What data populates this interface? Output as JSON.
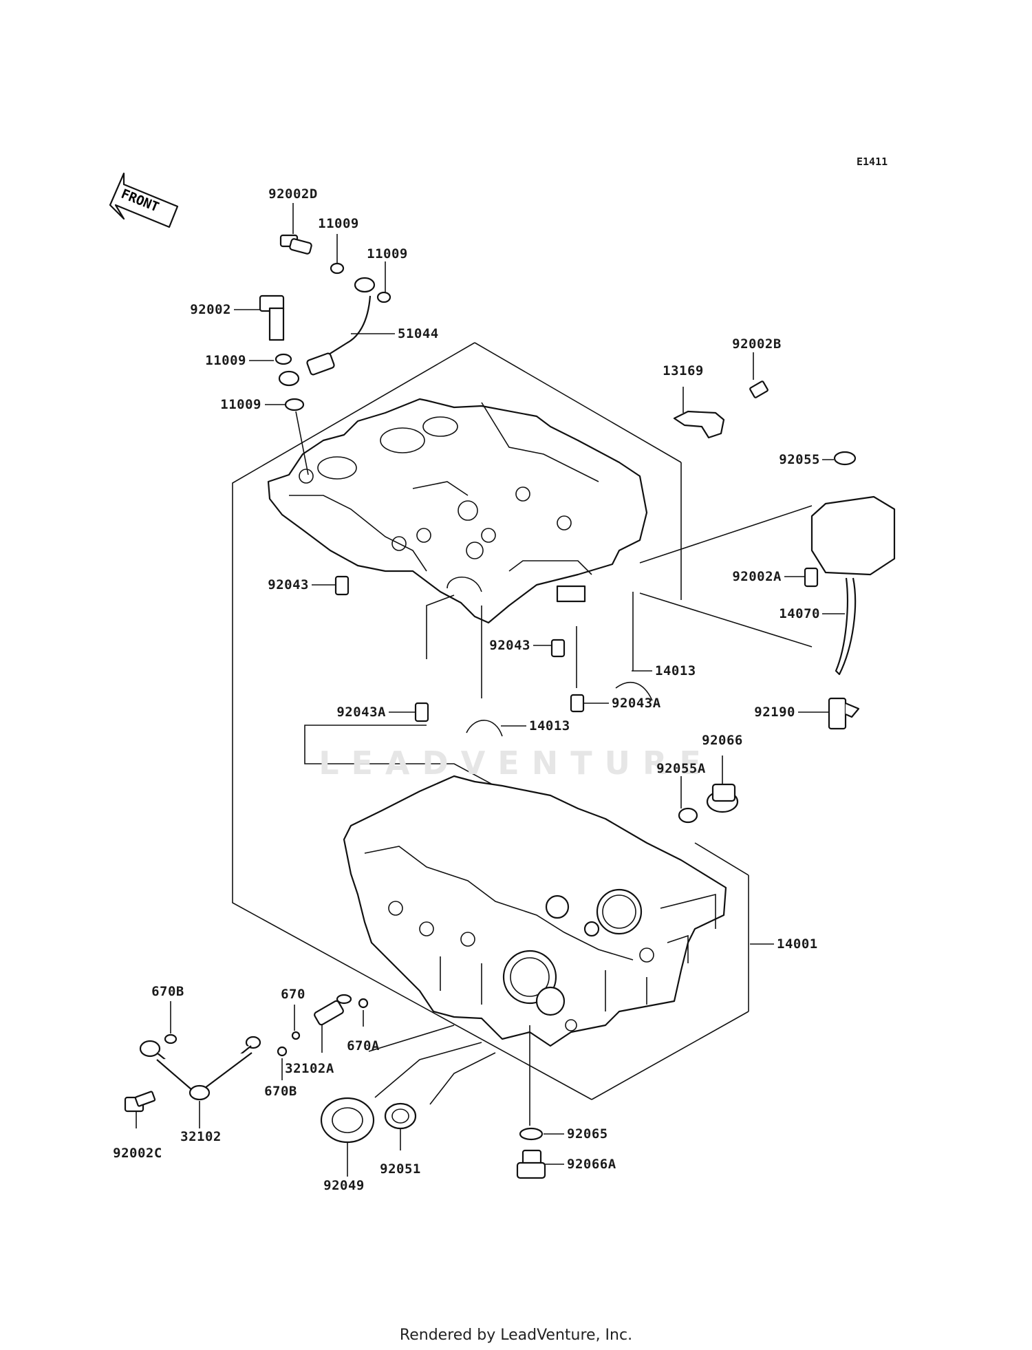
{
  "diagram_code": "E1411",
  "front_label": "FRONT",
  "watermark": "LEADVENTURE",
  "footer": "Rendered by LeadVenture, Inc.",
  "parts": [
    {
      "id": "92002D"
    },
    {
      "id": "11009"
    },
    {
      "id": "11009"
    },
    {
      "id": "92002"
    },
    {
      "id": "51044"
    },
    {
      "id": "11009"
    },
    {
      "id": "11009"
    },
    {
      "id": "13169"
    },
    {
      "id": "92002B"
    },
    {
      "id": "92055"
    },
    {
      "id": "92002A"
    },
    {
      "id": "14070"
    },
    {
      "id": "92043"
    },
    {
      "id": "92043"
    },
    {
      "id": "14013"
    },
    {
      "id": "92043A"
    },
    {
      "id": "92043A"
    },
    {
      "id": "14013"
    },
    {
      "id": "92190"
    },
    {
      "id": "92066"
    },
    {
      "id": "92055A"
    },
    {
      "id": "14001"
    },
    {
      "id": "670B"
    },
    {
      "id": "670"
    },
    {
      "id": "670A"
    },
    {
      "id": "32102A"
    },
    {
      "id": "670B"
    },
    {
      "id": "92002C"
    },
    {
      "id": "32102"
    },
    {
      "id": "92049"
    },
    {
      "id": "92051"
    },
    {
      "id": "92065"
    },
    {
      "id": "92066A"
    }
  ]
}
